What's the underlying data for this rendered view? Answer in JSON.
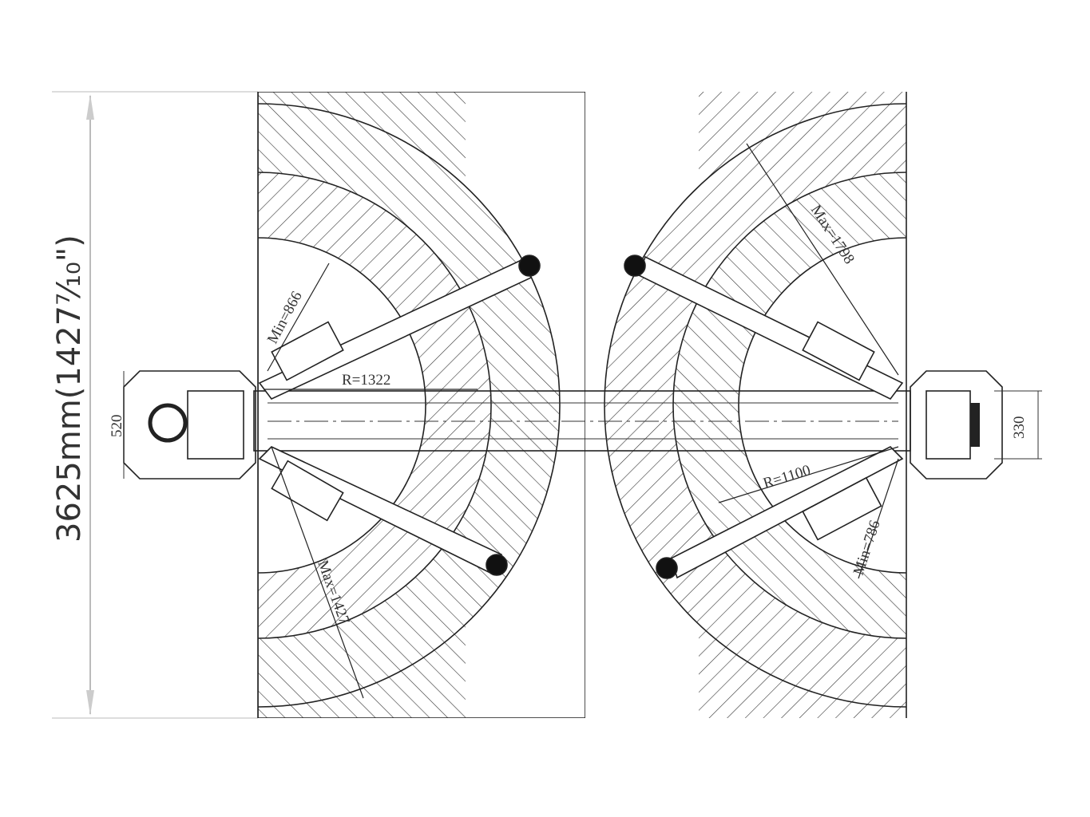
{
  "title": "Two-post lift floor plan",
  "overall_dimension": "3625mm(1427⁷⁄₁₀\")",
  "labels": {
    "left_min": "Min=866",
    "left_radius": "R=1322",
    "left_max": "Max=1427",
    "left_post_width": "520",
    "right_max": "Max=1798",
    "right_radius": "R=1100",
    "right_min": "Min=786",
    "right_post_width": "330"
  }
}
